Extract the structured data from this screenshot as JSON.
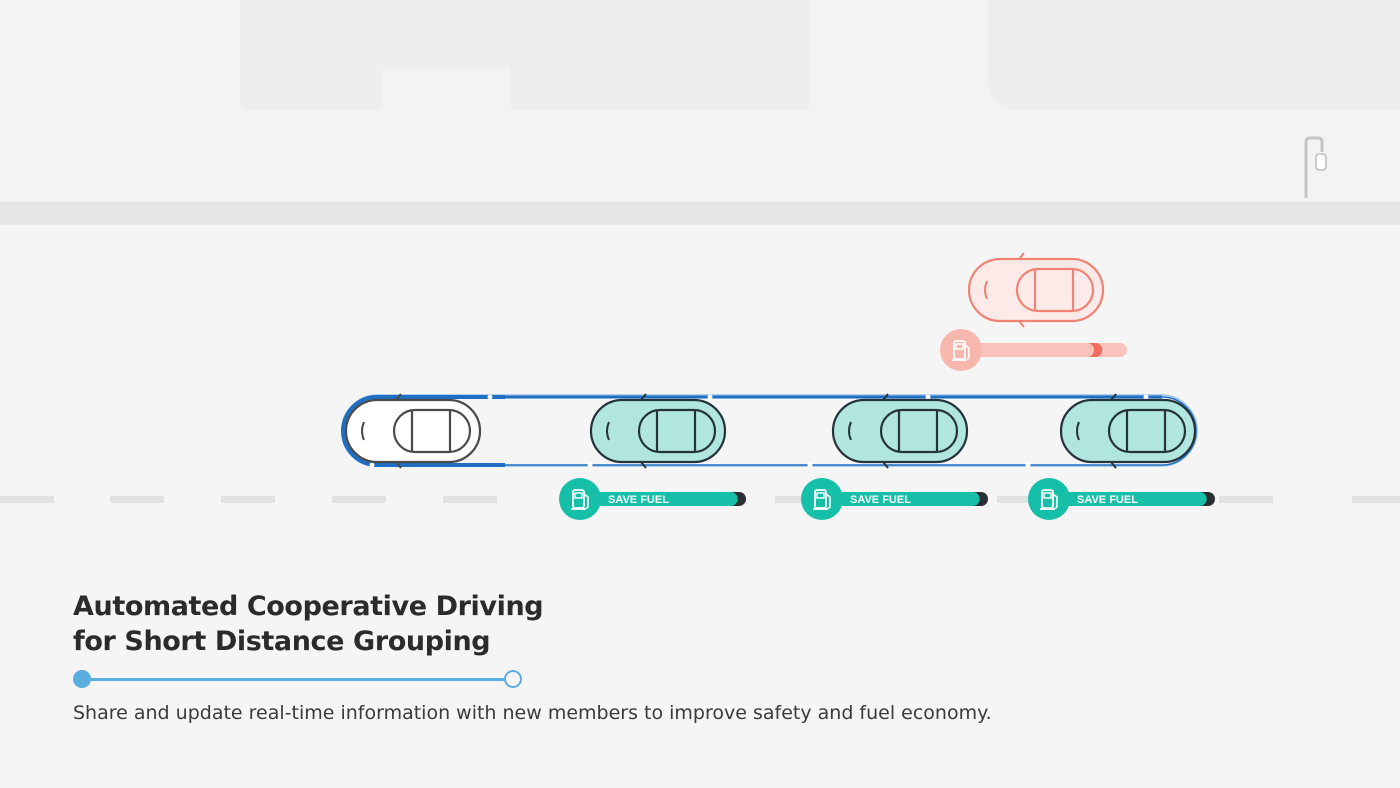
{
  "title": {
    "line1": "Automated Cooperative Driving",
    "line2": "for Short Distance Grouping"
  },
  "description": "Share and update real-time information with new members to improve safety and fuel economy.",
  "fuel_badge_label": "SAVE FUEL",
  "colors": {
    "background": "#f5f5f5",
    "platoon_outline": "#1e6fc4",
    "follower_car_fill": "#b1e6df",
    "save_fuel": "#16bfa7",
    "new_member": "#f08374",
    "progress": "#5aaee0"
  },
  "icons": {
    "fuel": "fuel-pump-icon",
    "car": "car-top-view-icon"
  },
  "fuel_levels": {
    "new_member": 0.85,
    "followers": [
      0.95,
      0.95,
      0.95
    ]
  }
}
